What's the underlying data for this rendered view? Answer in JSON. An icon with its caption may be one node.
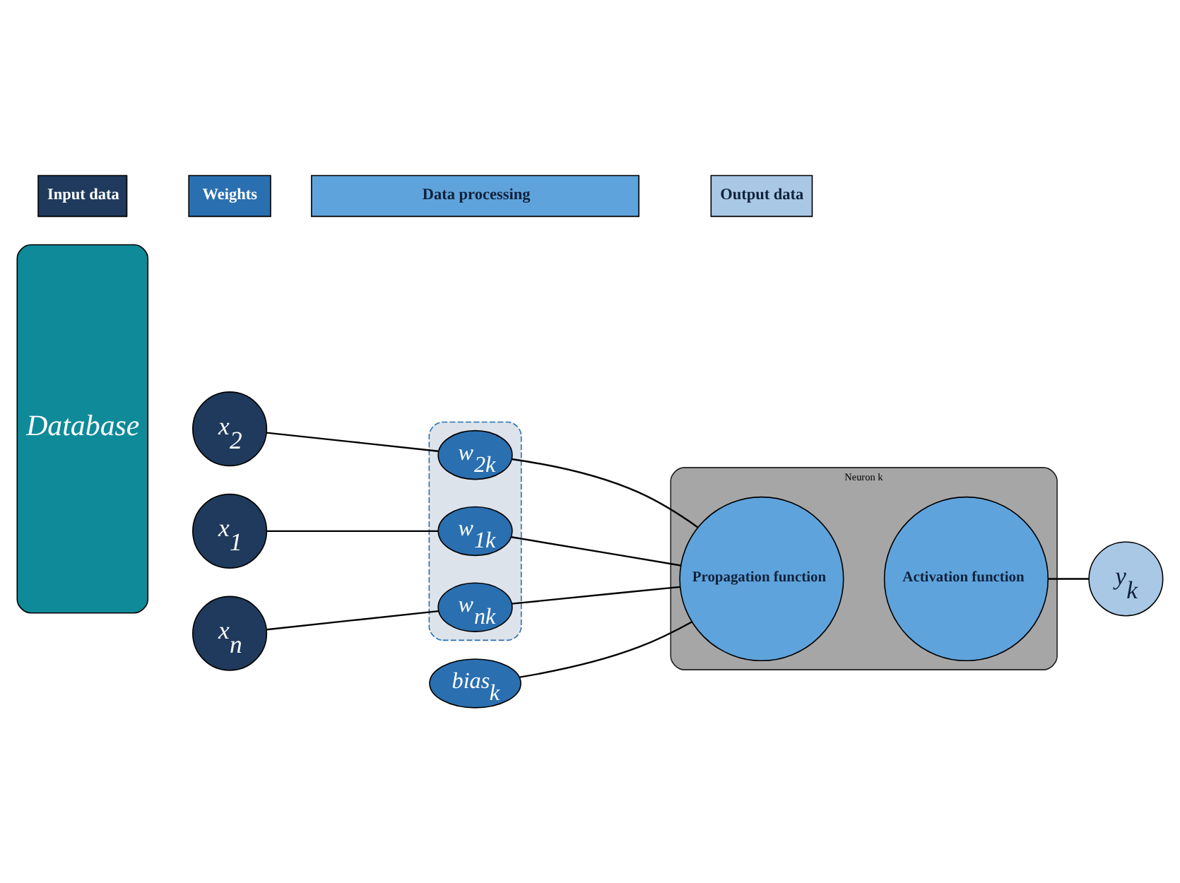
{
  "diagram": {
    "nodes": [
      {
        "text": [
          "Database"
        ]
      },
      {
        "text": [
          "x$_{1}$"
        ]
      },
      {
        "text": [
          "x$_{2}$"
        ]
      },
      {
        "text": [
          "x$_{n}$"
        ]
      },
      {
        "text": [],
        "shape": "box"
      },
      {
        "text": [
          "w$_{1k}$"
        ],
        "in": 4
      },
      {
        "text": [
          "w$_{2k}$"
        ],
        "in": 4
      },
      {
        "text": [
          "w$_{nk}$"
        ],
        "in": 4
      },
      {
        "text": [
          "bias$_{k}$"
        ]
      },
      {
        "text": [
          "Neuron k"
        ]
      },
      {
        "text": [
          "Propagation function"
        ],
        "in": 9
      },
      {
        "text": [
          "Activation function"
        ],
        "in": 9
      },
      {
        "text": [
          "y$_{k}$"
        ]
      },
      {
        "text": [
          "Input data"
        ]
      },
      {
        "text": [
          "Weights"
        ]
      },
      {
        "text": [
          "Data processing"
        ]
      },
      {
        "text": [
          "Output data"
        ]
      }
    ],
    "edges": [
      {
        "from": 1,
        "to": 5,
        "arrow": "none"
      },
      {
        "from": 2,
        "to": 6,
        "arrow": "none"
      },
      {
        "from": 3,
        "to": 7,
        "arrow": "none"
      },
      {
        "from": 5,
        "to": 10,
        "arrow": "none"
      },
      {
        "from": 6,
        "to": 10,
        "arrow": "none"
      },
      {
        "from": 7,
        "to": 10,
        "arrow": "none"
      },
      {
        "from": 8,
        "to": 10,
        "arrow": "none"
      },
      {
        "from": 11,
        "to": 12,
        "arrow": "none"
      }
    ]
  }
}
